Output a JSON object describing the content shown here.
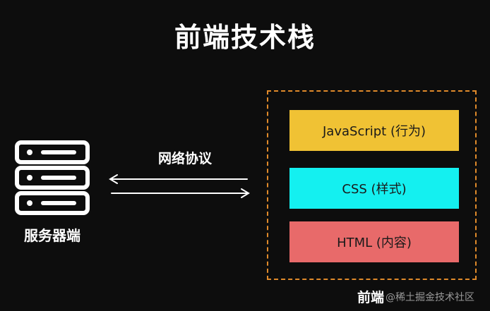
{
  "title": "前端技术栈",
  "server": {
    "label": "服务器端",
    "icon": "server-icon"
  },
  "protocol": {
    "label": "网络协议"
  },
  "frontend": {
    "label": "前端",
    "layers": [
      {
        "label": "JavaScript (行为)",
        "color": "#f0c234"
      },
      {
        "label": "CSS (样式)",
        "color": "#14f0f0"
      },
      {
        "label": "HTML (内容)",
        "color": "#e86a6a"
      }
    ],
    "frame_color": "#e08a2a"
  },
  "watermark": "@稀土掘金技术社区"
}
